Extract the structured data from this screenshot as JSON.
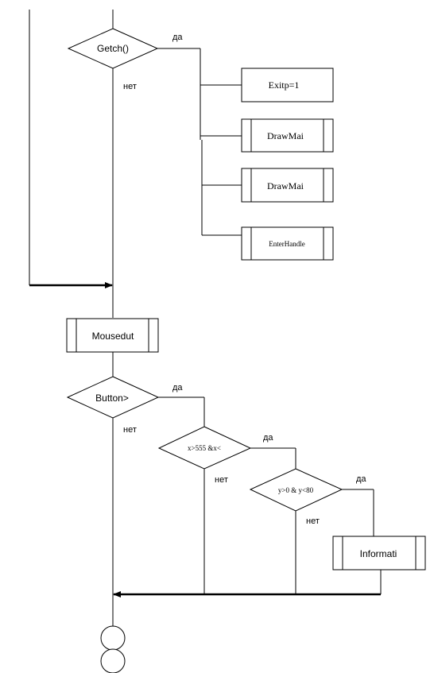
{
  "colors": {
    "line": "#000000",
    "background": "#ffffff"
  },
  "decisions": [
    {
      "label": "Getch()",
      "yes": "да",
      "no": "нет"
    },
    {
      "label": "Button>",
      "yes": "да",
      "no": "нет"
    },
    {
      "label": "x>555 &x<",
      "yes": "да",
      "no": "нет"
    },
    {
      "label": "y>0 & y<80",
      "yes": "да",
      "no": "нет"
    }
  ],
  "processes": [
    {
      "label": "Exitp=1",
      "type": "process"
    },
    {
      "label": "DrawMai",
      "type": "subroutine"
    },
    {
      "label": "DrawMai",
      "type": "subroutine"
    },
    {
      "label": "EnterHandle",
      "type": "subroutine"
    },
    {
      "label": "Mousedut",
      "type": "subroutine"
    },
    {
      "label": "Informati",
      "type": "subroutine"
    }
  ]
}
